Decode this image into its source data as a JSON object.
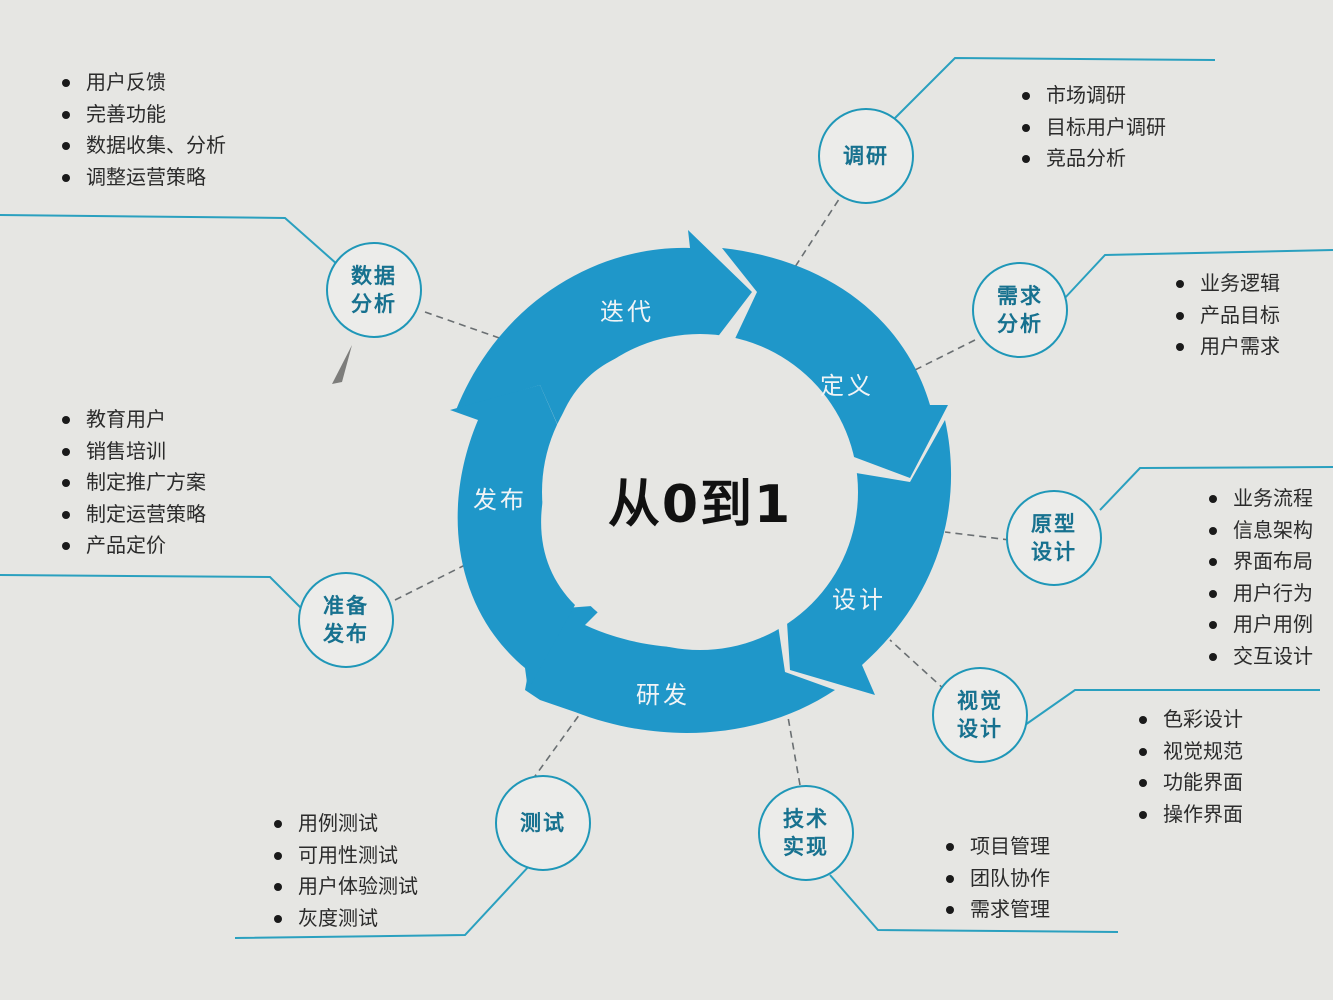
{
  "center": {
    "title": "从0到1"
  },
  "cycle": {
    "color": "#1f97c9",
    "segments": [
      {
        "label": "迭代"
      },
      {
        "label": "定义"
      },
      {
        "label": "设计"
      },
      {
        "label": "研发"
      },
      {
        "label": "发布"
      }
    ]
  },
  "nodes": [
    {
      "id": "research",
      "label": "调研",
      "items": [
        "市场调研",
        "目标用户调研",
        "竞品分析"
      ]
    },
    {
      "id": "requirements",
      "label": "需求分析",
      "items": [
        "业务逻辑",
        "产品目标",
        "用户需求"
      ]
    },
    {
      "id": "prototype",
      "label": "原型设计",
      "items": [
        "业务流程",
        "信息架构",
        "界面布局",
        "用户行为",
        "用户用例",
        "交互设计"
      ]
    },
    {
      "id": "visual",
      "label": "视觉设计",
      "items": [
        "色彩设计",
        "视觉规范",
        "功能界面",
        "操作界面"
      ]
    },
    {
      "id": "tech",
      "label": "技术实现",
      "items": [
        "项目管理",
        "团队协作",
        "需求管理"
      ]
    },
    {
      "id": "testing",
      "label": "测试",
      "items": [
        "用例测试",
        "可用性测试",
        "用户体验测试",
        "灰度测试"
      ]
    },
    {
      "id": "prerelease",
      "label": "准备发布",
      "items": [
        "教育用户",
        "销售培训",
        "制定推广方案",
        "制定运营策略",
        "产品定价"
      ]
    },
    {
      "id": "analytics",
      "label": "数据分析",
      "items": [
        "用户反馈",
        "完善功能",
        "数据收集、分析",
        "调整运营策略"
      ]
    }
  ],
  "colors": {
    "accent": "#1f97c9",
    "node_border": "#1f97b8",
    "node_text": "#17718f",
    "background": "#e6e6e3"
  }
}
